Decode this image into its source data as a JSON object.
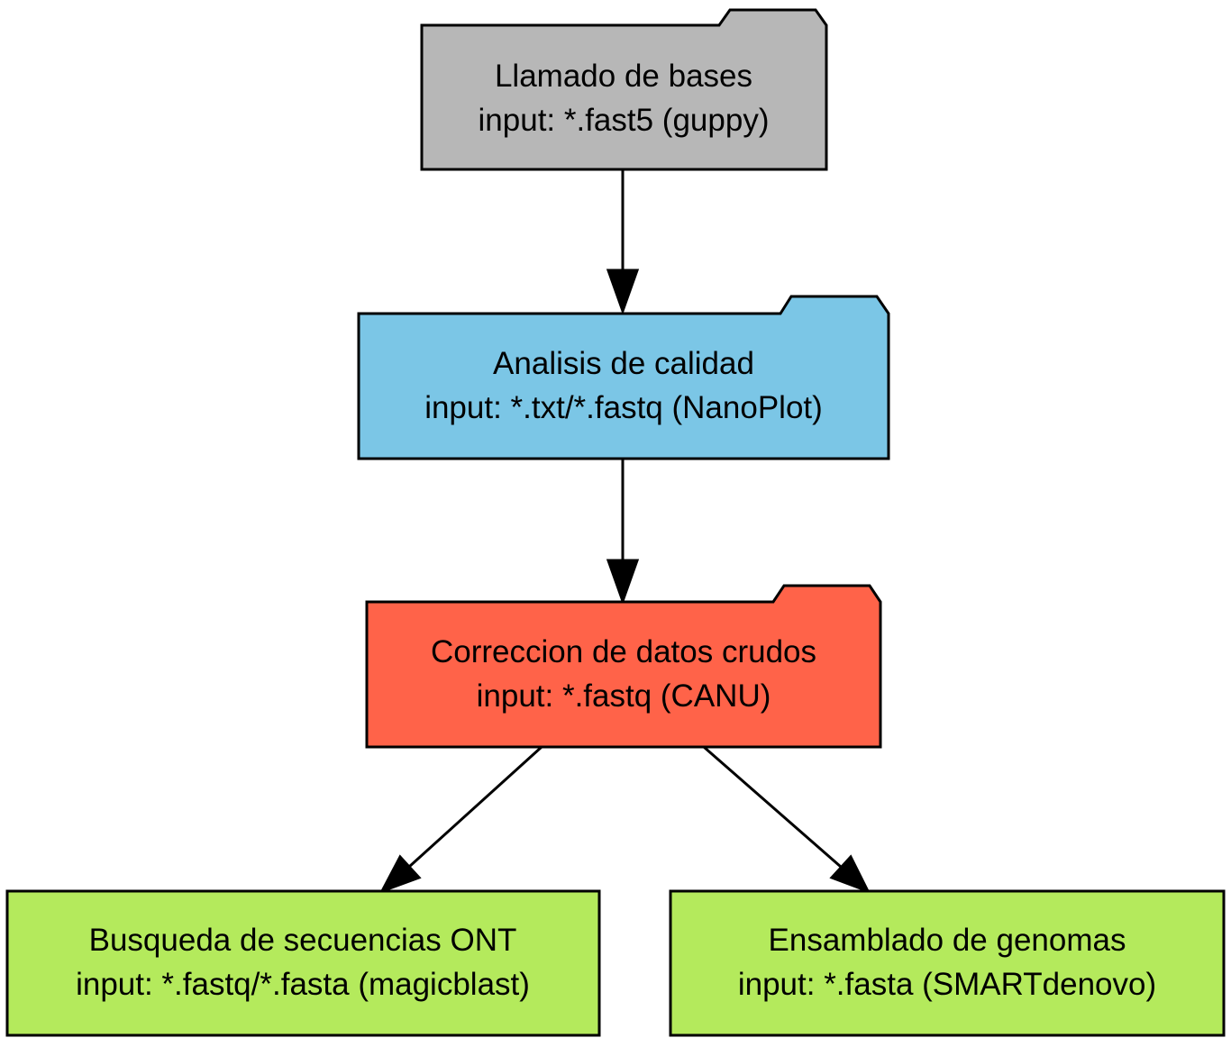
{
  "nodes": {
    "basecalling": {
      "title": "Llamado de bases",
      "subtitle": "input: *.fast5 (guppy)",
      "color": "#b7b7b7",
      "shape": "folder"
    },
    "quality": {
      "title": "Analisis de calidad",
      "subtitle": "input: *.txt/*.fastq (NanoPlot)",
      "color": "#7bc6e6",
      "shape": "folder"
    },
    "correction": {
      "title": "Correccion de datos crudos",
      "subtitle": "input: *.fastq (CANU)",
      "color": "#ff6349",
      "shape": "folder"
    },
    "search": {
      "title": "Busqueda de secuencias ONT",
      "subtitle": "input: *.fastq/*.fasta (magicblast)",
      "color": "#b4ea5c",
      "shape": "box"
    },
    "assembly": {
      "title": "Ensamblado de genomas",
      "subtitle": "input: *.fasta (SMARTdenovo)",
      "color": "#b4ea5c",
      "shape": "box"
    }
  },
  "edges": [
    {
      "from": "basecalling",
      "to": "quality"
    },
    {
      "from": "quality",
      "to": "correction"
    },
    {
      "from": "correction",
      "to": "search"
    },
    {
      "from": "correction",
      "to": "assembly"
    }
  ]
}
